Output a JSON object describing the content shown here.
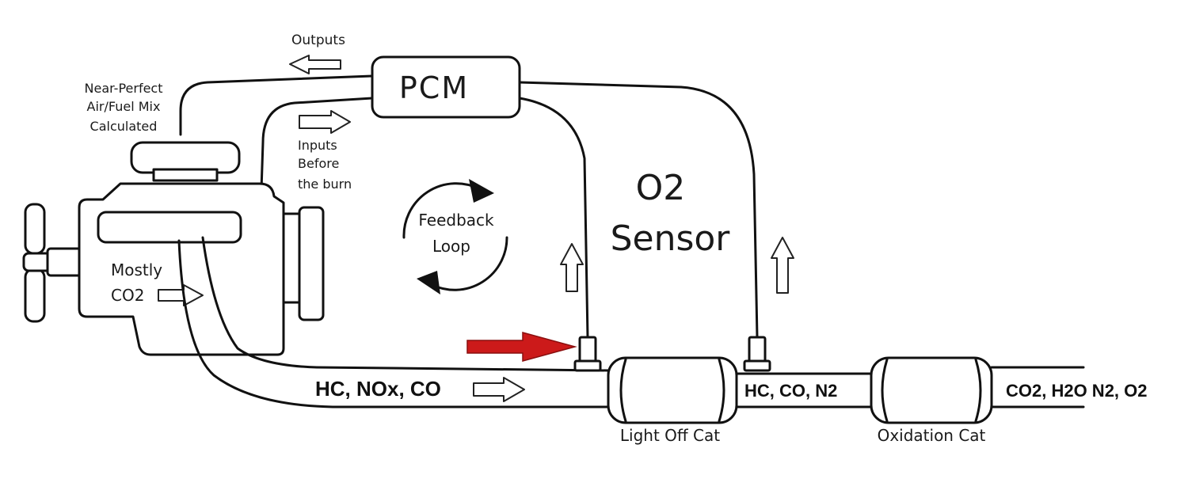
{
  "labels": {
    "outputs": "Outputs",
    "pcm": "PCM",
    "near_perfect": [
      "Near-Perfect",
      "Air/Fuel Mix",
      "Calculated"
    ],
    "inputs": [
      "Inputs",
      "Before",
      "the burn"
    ],
    "feedback": [
      "Feedback",
      "Loop"
    ],
    "o2_sensor": [
      "O2",
      "Sensor"
    ],
    "mostly_co2": [
      "Mostly",
      "CO2"
    ],
    "hc_nox_co": "HC, NOx, CO",
    "hc_co_n2": "HC, CO, N2",
    "co2_h2o": "CO2, H2O N2, O2",
    "light_off_cat": "Light Off Cat",
    "oxidation_cat": "Oxidation Cat"
  },
  "colors": {
    "line": "#111111",
    "pointer_arrow": "#cc1a1a",
    "background": "#ffffff"
  },
  "icons": {
    "engine": "engine-block-icon",
    "pointer": "red-arrow-icon",
    "feedback": "cycle-arrows-icon"
  }
}
